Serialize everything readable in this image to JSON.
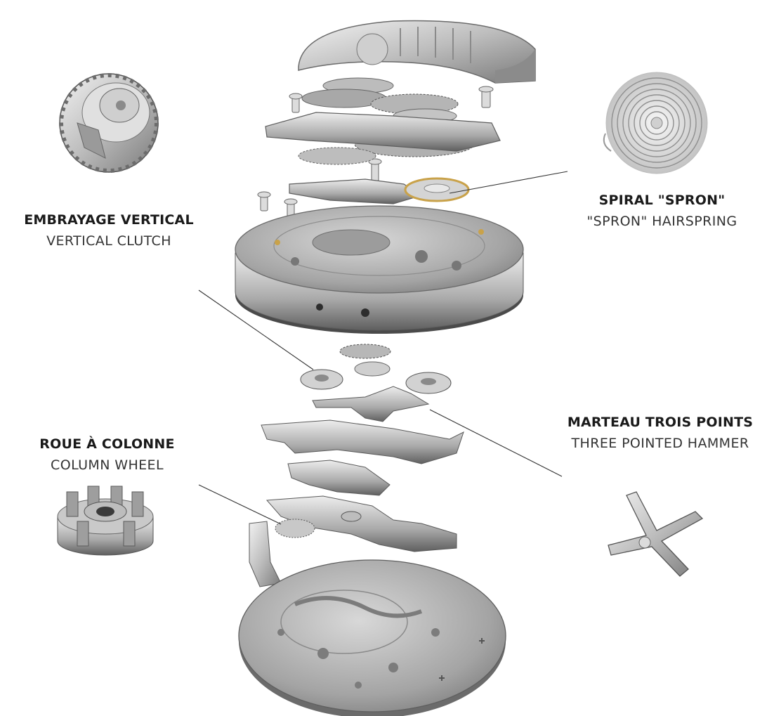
{
  "labels": {
    "spiral": {
      "fr": "SPIRAL \"SPRON\"",
      "en": "\"SPRON\" HAIRSPRING"
    },
    "embrayage": {
      "fr": "EMBRAYAGE VERTICAL",
      "en": "VERTICAL CLUTCH"
    },
    "marteau": {
      "fr": "MARTEAU TROIS POINTS",
      "en": "THREE POINTED HAMMER"
    },
    "roue": {
      "fr": "ROUE À COLONNE",
      "en": "COLUMN WHEEL"
    }
  },
  "colors": {
    "metal_light": "#e6e6e6",
    "metal_mid": "#b8b8b8",
    "metal_dark": "#6e6e6e",
    "jewel_gold": "#c9a24a",
    "leader_line": "#333333",
    "text": "#1a1a1a"
  }
}
